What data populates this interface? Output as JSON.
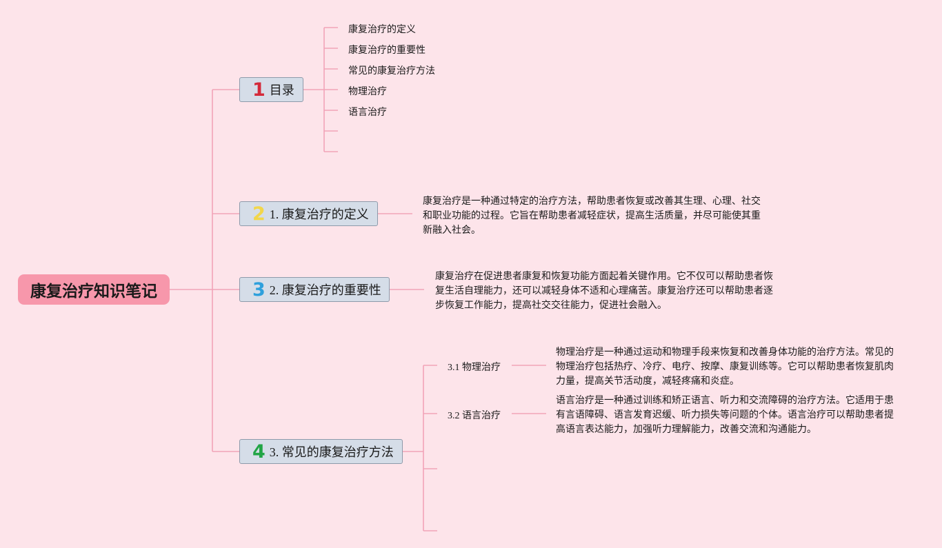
{
  "root": {
    "label": "康复治疗知识笔记",
    "color": "#f797ab"
  },
  "branches": [
    {
      "number": "1",
      "number_color": "#d42a3a",
      "label": "目录"
    },
    {
      "number": "2",
      "number_color": "#f2d64b",
      "label": "1. 康复治疗的定义"
    },
    {
      "number": "3",
      "number_color": "#2ea0dc",
      "label": "2. 康复治疗的重要性"
    },
    {
      "number": "4",
      "number_color": "#22a546",
      "label": "3. 常见的康复治疗方法"
    }
  ],
  "toc": {
    "items": [
      "康复治疗的定义",
      "康复治疗的重要性",
      "常见的康复治疗方法",
      "物理治疗",
      "语言治疗"
    ]
  },
  "definition": {
    "text": "康复治疗是一种通过特定的治疗方法，帮助患者恢复或改善其生理、心理、社交和职业功能的过程。它旨在帮助患者减轻症状，提高生活质量，并尽可能使其重新融入社会。"
  },
  "importance": {
    "text": "康复治疗在促进患者康复和恢复功能方面起着关键作用。它不仅可以帮助患者恢复生活自理能力，还可以减轻身体不适和心理痛苦。康复治疗还可以帮助患者逐步恢复工作能力，提高社交交往能力，促进社会融入。"
  },
  "methods": {
    "physical": {
      "label": "3.1 物理治疗",
      "text": "物理治疗是一种通过运动和物理手段来恢复和改善身体功能的治疗方法。常见的物理治疗包括热疗、冷疗、电疗、按摩、康复训练等。它可以帮助患者恢复肌肉力量，提高关节活动度，减轻疼痛和炎症。"
    },
    "speech": {
      "label": "3.2 语言治疗",
      "text": "语言治疗是一种通过训练和矫正语言、听力和交流障碍的治疗方法。它适用于患有言语障碍、语言发育迟缓、听力损失等问题的个体。语言治疗可以帮助患者提高语言表达能力，加强听力理解能力，改善交流和沟通能力。"
    }
  },
  "colors": {
    "background": "#fde4ea",
    "connector": "#f2a3b8",
    "branch_fill": "#d5dde8",
    "branch_border": "#8d9aaa"
  }
}
